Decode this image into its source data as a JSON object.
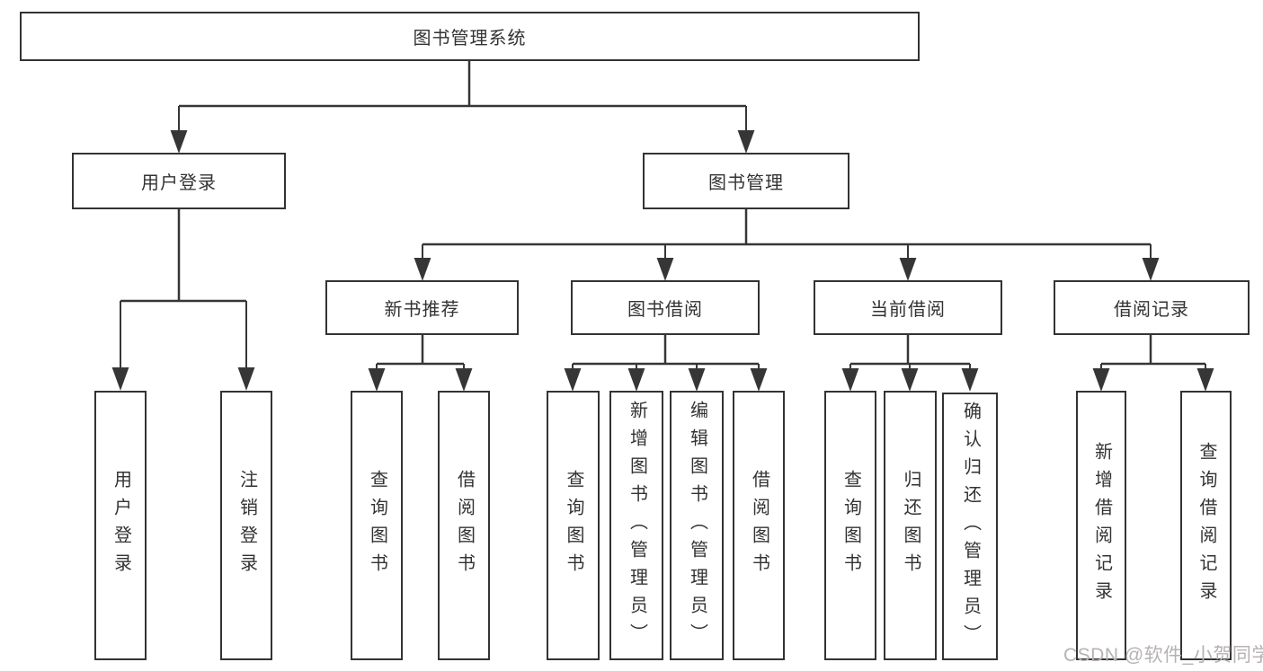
{
  "diagram": {
    "tree": {
      "label": "图书管理系统",
      "children": [
        {
          "label": "用户登录",
          "children": [
            {
              "label": "用户登录"
            },
            {
              "label": "注销登录"
            }
          ]
        },
        {
          "label": "图书管理",
          "children": [
            {
              "label": "新书推荐",
              "children": [
                {
                  "label": "查询图书"
                },
                {
                  "label": "借阅图书"
                }
              ]
            },
            {
              "label": "图书借阅",
              "children": [
                {
                  "label": "查询图书"
                },
                {
                  "label": "新增图书（管理员）"
                },
                {
                  "label": "编辑图书（管理员）"
                },
                {
                  "label": "借阅图书"
                }
              ]
            },
            {
              "label": "当前借阅",
              "children": [
                {
                  "label": "查询图书"
                },
                {
                  "label": "归还图书"
                },
                {
                  "label": "确认归还（管理员）"
                }
              ]
            },
            {
              "label": "借阅记录",
              "children": [
                {
                  "label": "新增借阅记录"
                },
                {
                  "label": "查询借阅记录"
                }
              ]
            }
          ]
        }
      ]
    },
    "colors": {
      "line": "#363636",
      "box_border": "#333333",
      "text": "#333333",
      "watermark_text_color": "#b7b1b4",
      "background": "#ffffff"
    }
  },
  "watermark": {
    "text": "CSDN @软件_小贺同学"
  }
}
